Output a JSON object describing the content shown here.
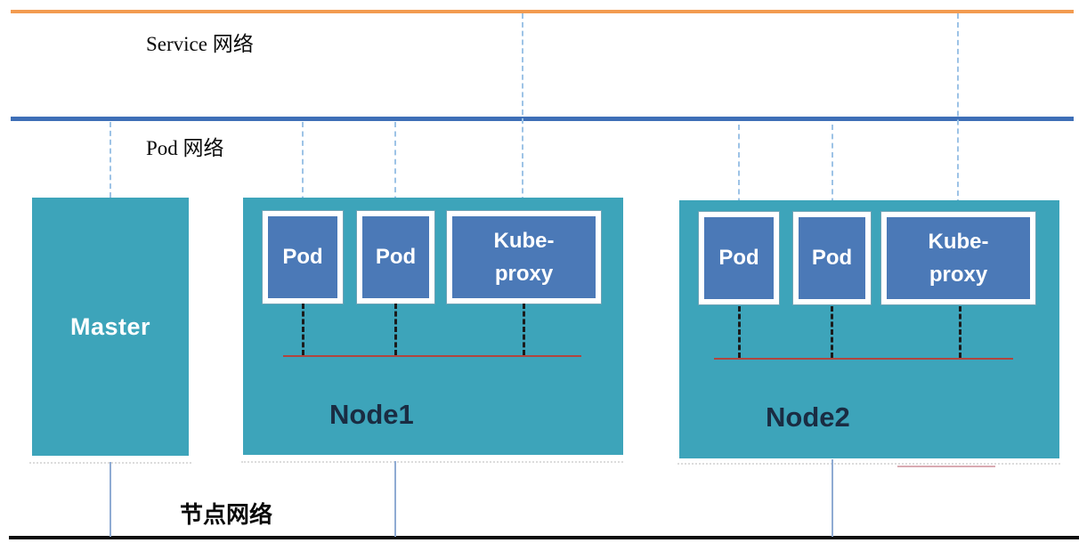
{
  "networks": {
    "service": {
      "label": "Service 网络",
      "color": "#F29B50"
    },
    "pod": {
      "label": "Pod 网络",
      "color": "#3E6FB7"
    },
    "node": {
      "label": "节点网络",
      "color": "#0D0D0D"
    }
  },
  "master": {
    "label": "Master"
  },
  "nodes": [
    {
      "label": "Node1",
      "workloads": [
        "Pod",
        "Pod",
        "Kube-proxy"
      ]
    },
    {
      "label": "Node2",
      "workloads": [
        "Pod",
        "Pod",
        "Kube-proxy"
      ]
    }
  ],
  "colors": {
    "service_line": "#F29B50",
    "pod_line": "#3E6FB7",
    "node_line": "#0D0D0D",
    "node_fill": "#3DA4BA",
    "workload_fill": "#4B79B7",
    "workload_border": "#FFFFFF",
    "bus_color": "#B1453E",
    "dash_blue": "#9DC3E6",
    "dash_black": "#1B1B1B",
    "link_blue": "#8FABD3",
    "label_dark": "#1A2C42"
  }
}
